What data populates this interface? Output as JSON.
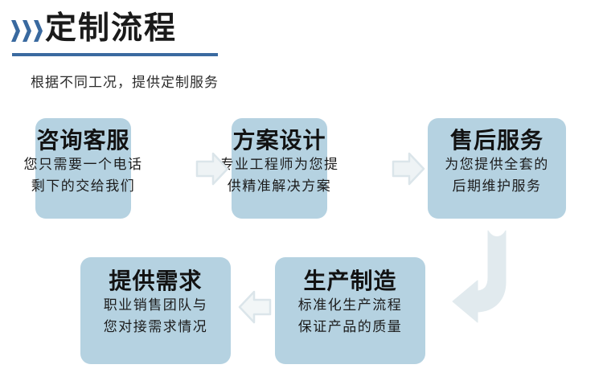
{
  "header": {
    "chevron_icon": "triple-chevron-right-icon",
    "title": "定制流程",
    "subtitle": "根据不同工况，提供定制服务",
    "accent_color": "#3a6aa0",
    "rule_color": "#3a6aa0"
  },
  "theme": {
    "box_fill": "#b5d2e1",
    "arrow_fill": "#e2ebee",
    "arrow_stroke": "#d3e0e5",
    "title_text_color": "#121212",
    "body_text_color": "#1b1b1b"
  },
  "flow": {
    "steps": [
      {
        "id": "step-1",
        "title": "咨询客服",
        "lines": [
          "您只需要一个电话",
          "剩下的交给我们"
        ]
      },
      {
        "id": "step-2",
        "title": "方案设计",
        "lines": [
          "专业工程师为您提",
          "供精准解决方案"
        ]
      },
      {
        "id": "step-3",
        "title": "售后服务",
        "lines": [
          "为您提供全套的",
          "后期维护服务"
        ]
      },
      {
        "id": "step-4",
        "title": "提供需求",
        "lines": [
          "职业销售团队与",
          "您对接需求情况"
        ]
      },
      {
        "id": "step-5",
        "title": "生产制造",
        "lines": [
          "标准化生产流程",
          "保证产品的质量"
        ]
      }
    ],
    "connectors": [
      {
        "id": "arrow-1",
        "icon": "arrow-right-icon",
        "from": "step-4",
        "to": "step-2"
      },
      {
        "id": "arrow-2",
        "icon": "arrow-right-icon",
        "from": "step-2",
        "to": "step-3"
      },
      {
        "id": "arrow-3",
        "icon": "arrow-left-icon",
        "from": "step-5",
        "to": "step-4"
      },
      {
        "id": "arrow-bend",
        "icon": "arrow-bent-down-left-icon",
        "from": "step-3",
        "to": "step-5"
      }
    ]
  }
}
